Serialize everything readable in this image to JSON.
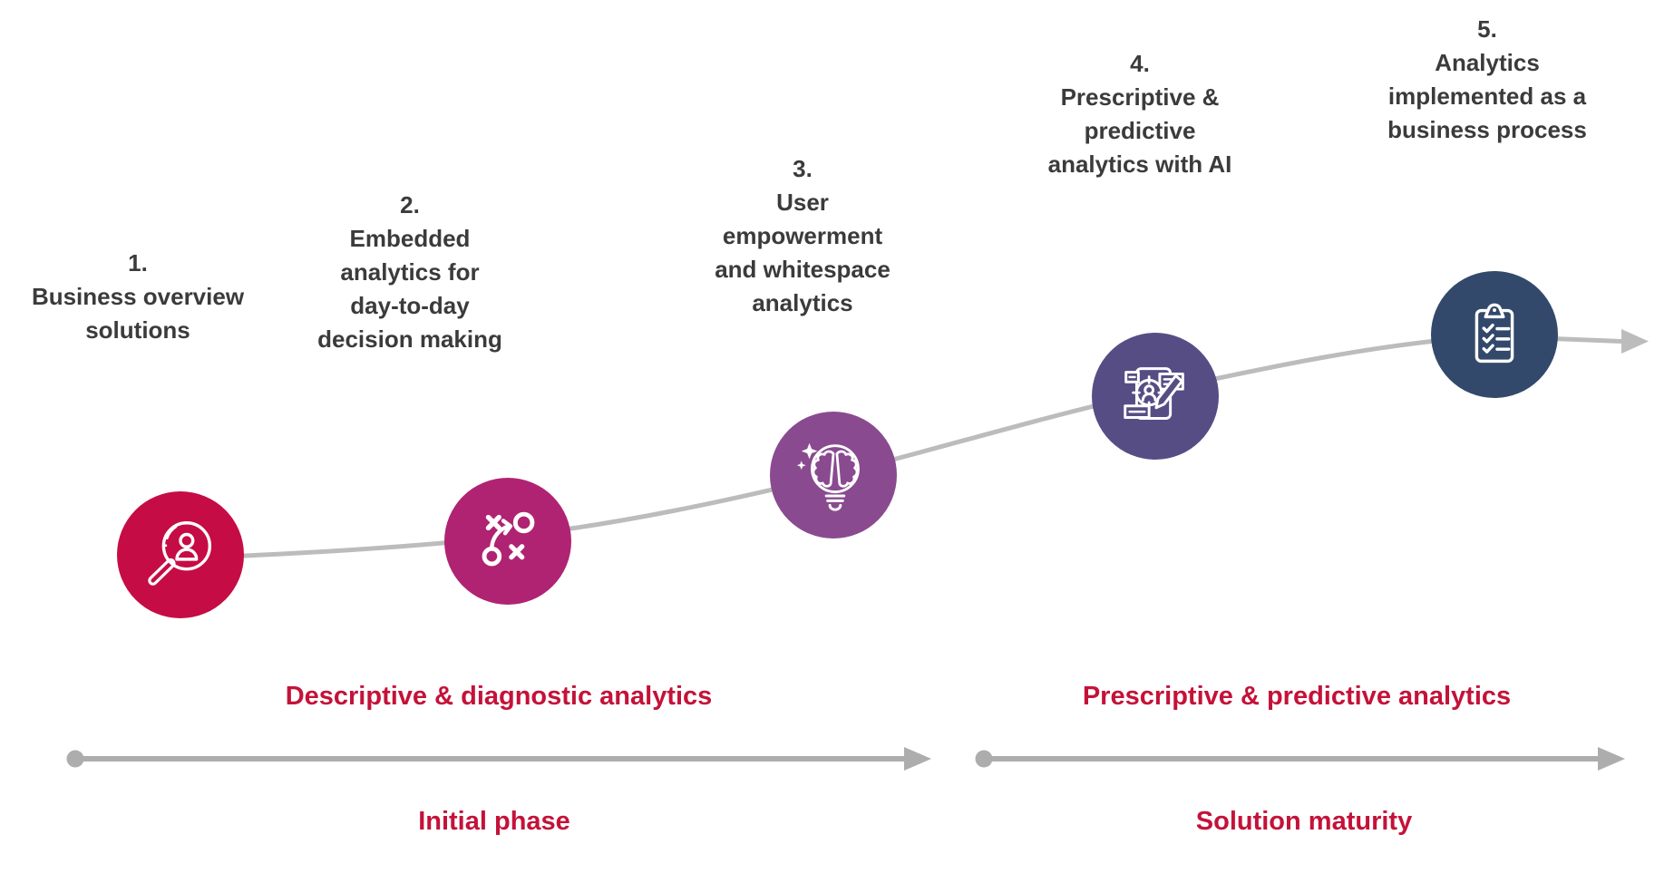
{
  "colors": {
    "accent_red": "#c41239",
    "label_dark": "#3b3b3b",
    "curve_gray": "#bcbcbc",
    "arrow_gray": "#adadad",
    "icon_white": "#ffffff"
  },
  "stages": [
    {
      "number": "1.",
      "label": "1.\nBusiness overview\nsolutions",
      "icon": "magnifier-user-icon",
      "color": "#c60c44"
    },
    {
      "number": "2.",
      "label": "2.\nEmbedded\nanalytics for\nday-to-day\ndecision making",
      "icon": "strategy-plan-icon",
      "color": "#b02372"
    },
    {
      "number": "3.",
      "label": "3.\nUser\nempowerment\nand whitespace\nanalytics",
      "icon": "brain-lightbulb-icon",
      "color": "#8a4a90"
    },
    {
      "number": "4.",
      "label": "4.\nPrescriptive &\npredictive\nanalytics with AI",
      "icon": "ai-design-icon",
      "color": "#574d85"
    },
    {
      "number": "5.",
      "label": "5.\nAnalytics\nimplemented as a\nbusiness process",
      "icon": "clipboard-checklist-icon",
      "color": "#32496b"
    }
  ],
  "phases": [
    {
      "analytics_label": "Descriptive & diagnostic analytics",
      "phase_label": "Initial phase"
    },
    {
      "analytics_label": "Prescriptive & predictive analytics",
      "phase_label": "Solution maturity"
    }
  ]
}
